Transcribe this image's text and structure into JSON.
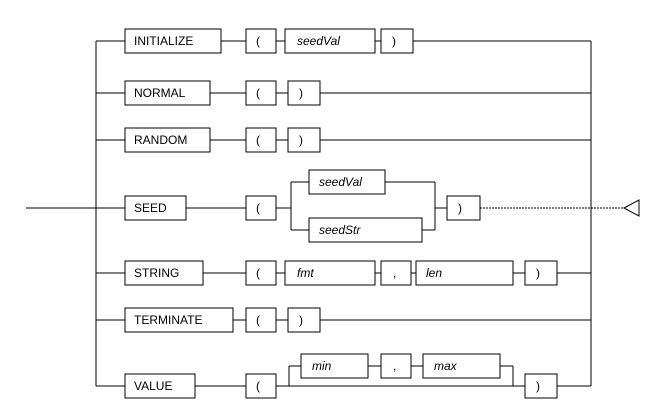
{
  "rows": [
    {
      "keyword": "INITIALIZE",
      "open": "(",
      "param": "seedVal",
      "close": ")"
    },
    {
      "keyword": "NORMAL",
      "open": "(",
      "close": ")"
    },
    {
      "keyword": "RANDOM",
      "open": "(",
      "close": ")"
    },
    {
      "keyword": "SEED",
      "open": "(",
      "alt_params": [
        "seedVal",
        "seedStr"
      ],
      "close": ")"
    },
    {
      "keyword": "STRING",
      "open": "(",
      "param1": "fmt",
      "comma": ",",
      "param2": "len",
      "close": ")"
    },
    {
      "keyword": "TERMINATE",
      "open": "(",
      "close": ")"
    },
    {
      "keyword": "VALUE",
      "open": "(",
      "opt_param1": "min",
      "comma": ",",
      "opt_param2": "max",
      "close": ")"
    }
  ]
}
